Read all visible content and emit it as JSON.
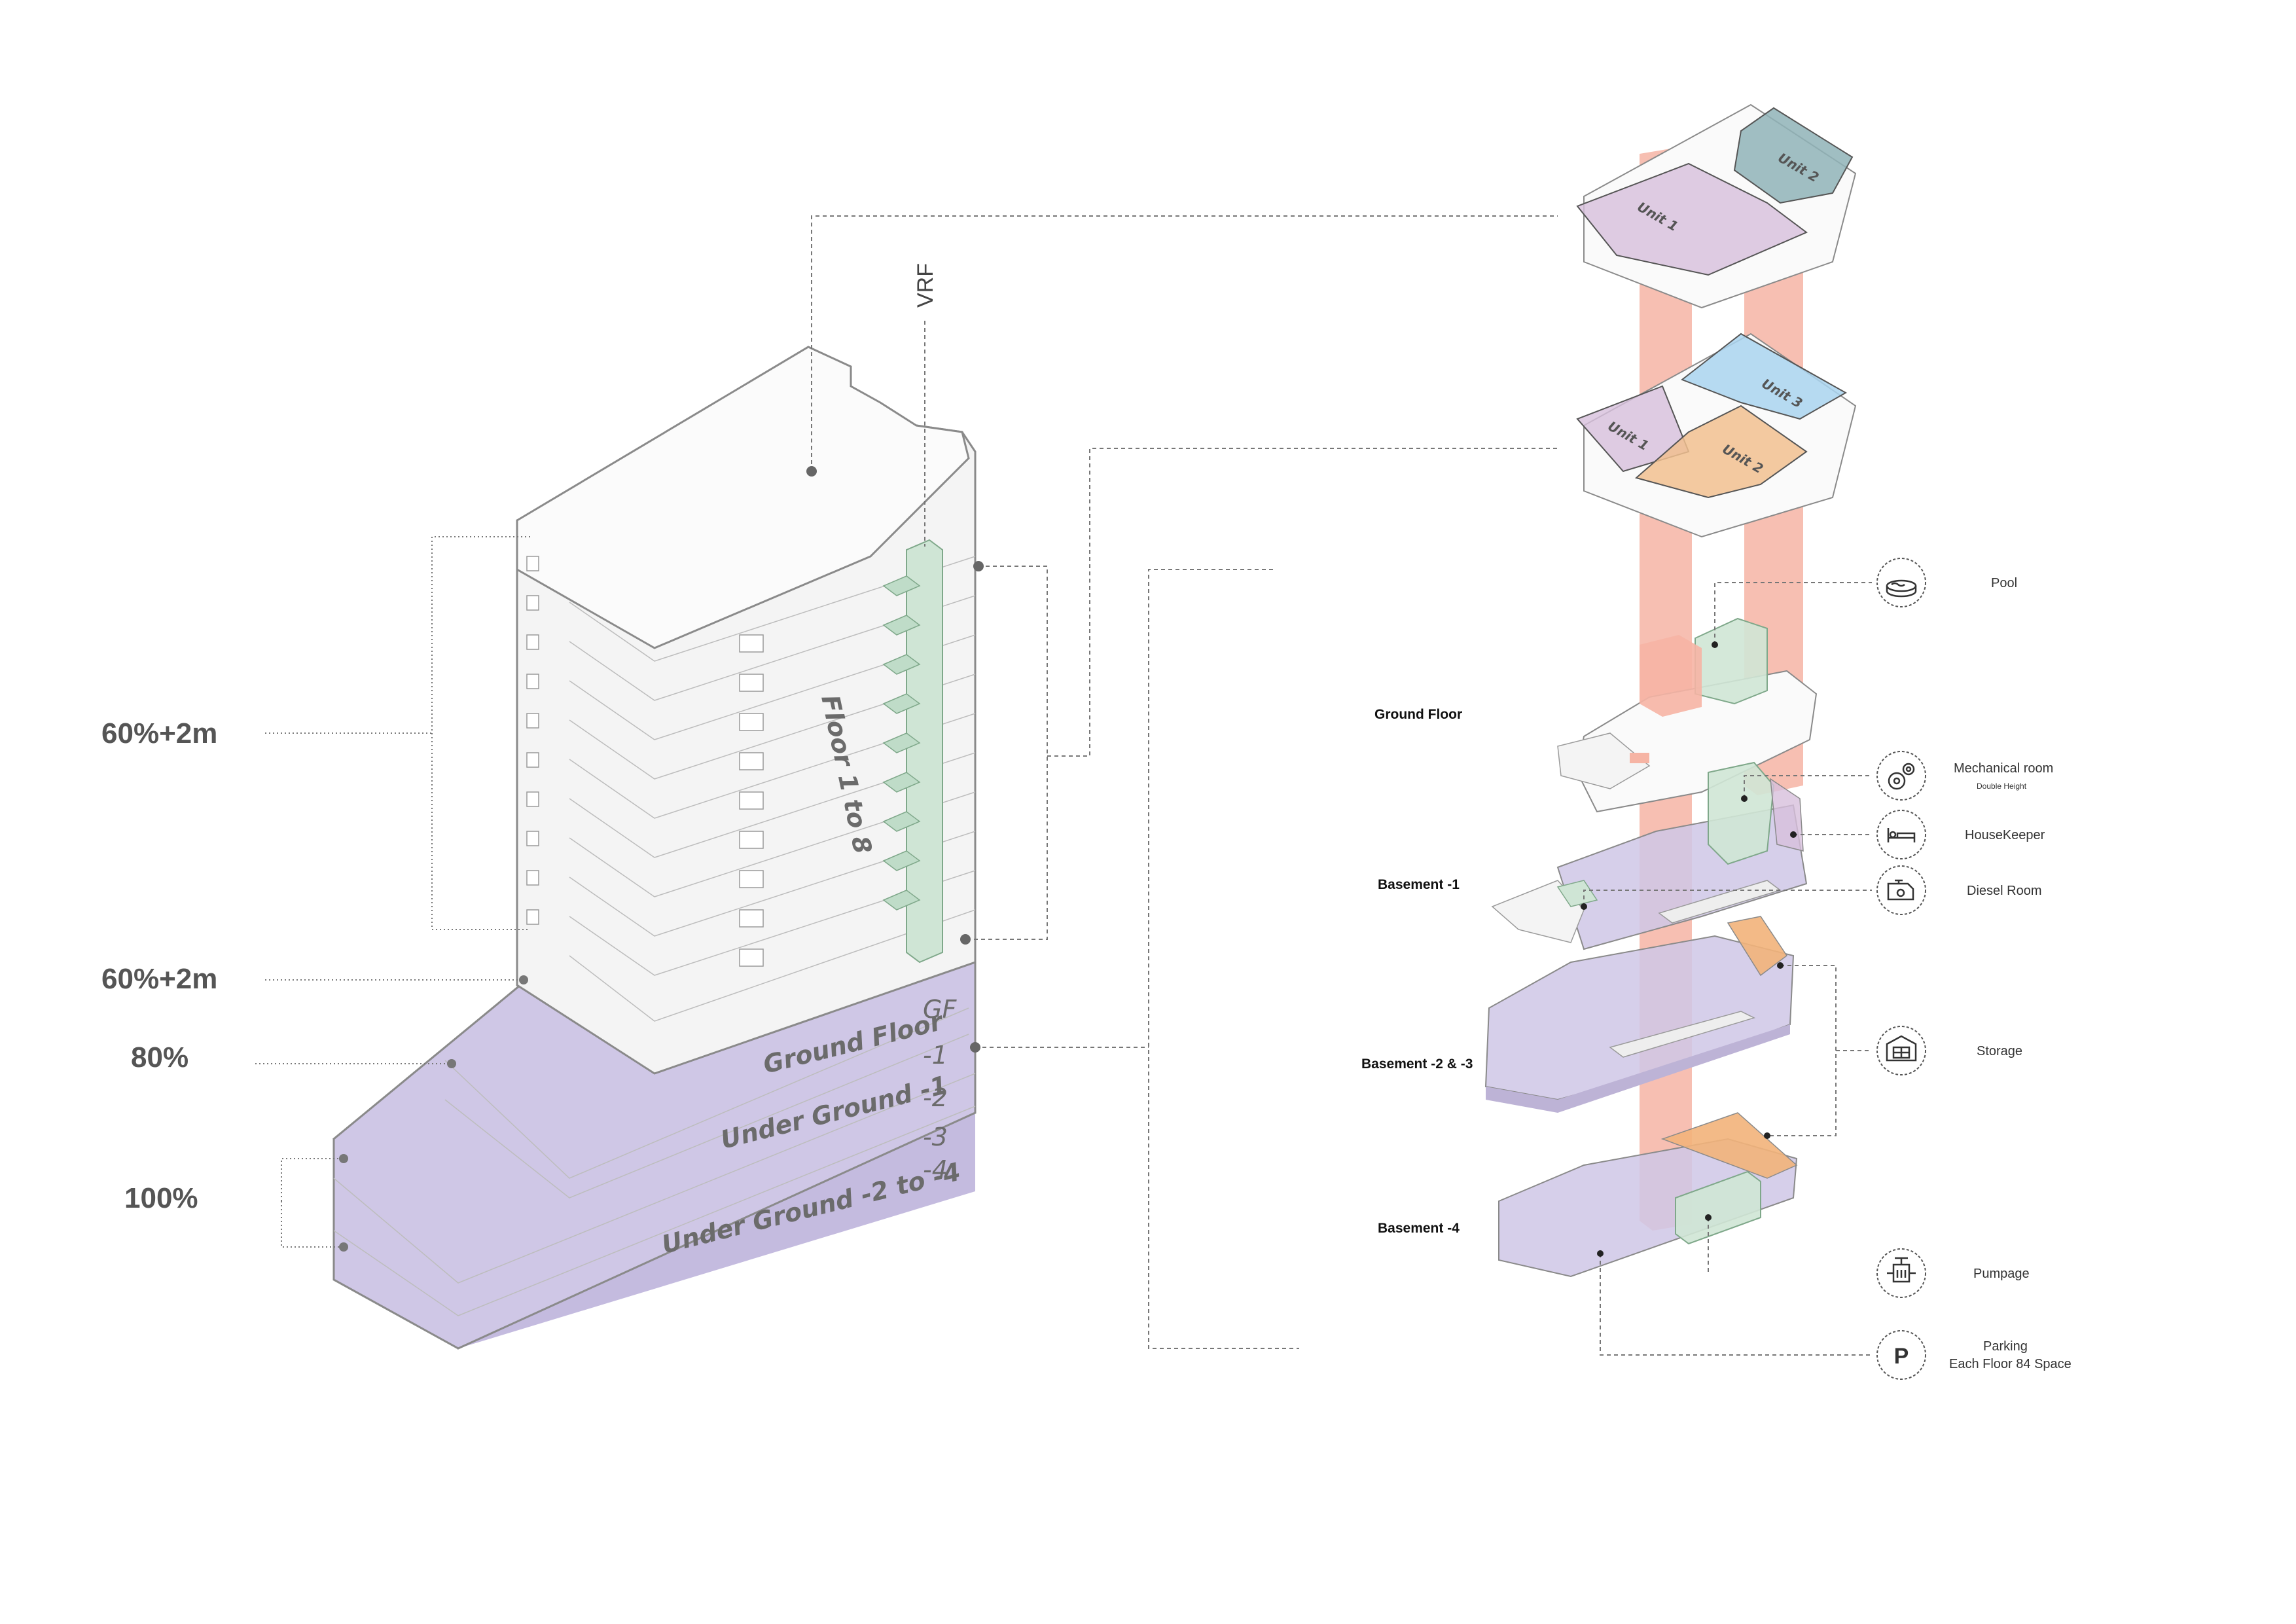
{
  "building": {
    "percent_labels": [
      "60%+2m",
      "60%+2m",
      "80%",
      "100%"
    ],
    "vrf_label": "VRF",
    "floor_upper_label": "Floor 1 to 8",
    "ground_floor_label": "Ground Floor",
    "under_ground_1_label": "Under Ground -1",
    "under_ground_2_4_label": "Under Ground -2 to -4",
    "floor_numbers": [
      "GF",
      "-1",
      "-2",
      "-3",
      "-4"
    ]
  },
  "exploded": {
    "units_top": [
      "Unit 1",
      "Unit 2"
    ],
    "units_typical": [
      "Unit 1",
      "Unit 2",
      "Unit 3"
    ],
    "levels": [
      "Ground Floor",
      "Basement -1",
      "Basement -2 & -3",
      "Basement -4"
    ]
  },
  "legend": [
    {
      "icon": "pool-icon",
      "label": "Pool",
      "sub": ""
    },
    {
      "icon": "gear-icon",
      "label": "Mechanical room",
      "sub": "Double Height"
    },
    {
      "icon": "bed-icon",
      "label": "HouseKeeper",
      "sub": ""
    },
    {
      "icon": "engine-icon",
      "label": "Diesel Room",
      "sub": ""
    },
    {
      "icon": "storage-icon",
      "label": "Storage",
      "sub": ""
    },
    {
      "icon": "pump-icon",
      "label": "Pumpage",
      "sub": ""
    },
    {
      "icon": "parking-icon",
      "label": "Parking",
      "sub": "Each Floor 84 Space",
      "symbol": "P"
    }
  ],
  "colors": {
    "underground": "#cfc7e6",
    "vrf_shaft": "#cfe5d5",
    "core_shaft": "#f6b4a4",
    "unit_purple": "#d7bfdc",
    "unit_teal": "#8fb3b7",
    "unit_blue": "#a9d3ef",
    "unit_orange": "#f1c08f",
    "storage_orange": "#f2b27a"
  }
}
